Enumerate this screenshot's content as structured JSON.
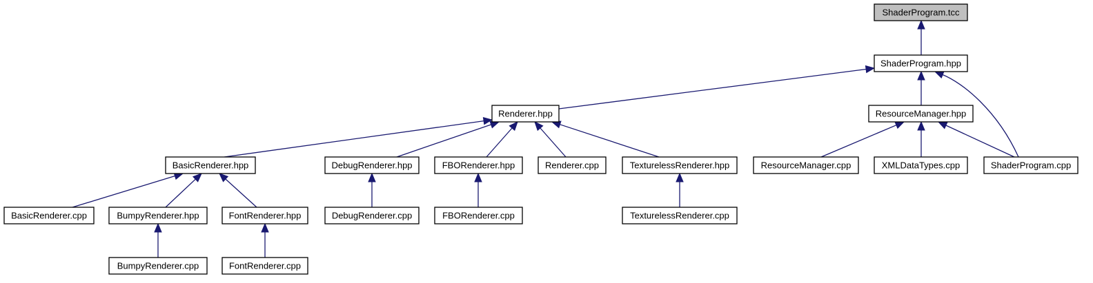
{
  "diagram": {
    "title": "ShaderProgram.tcc include graph",
    "edge_color": "#191970",
    "root_fill": "#bfbfbf",
    "nodes": [
      {
        "id": "shaderprogram-tcc",
        "label": "ShaderProgram.tcc",
        "root": true
      },
      {
        "id": "shaderprogram-hpp",
        "label": "ShaderProgram.hpp"
      },
      {
        "id": "renderer-hpp",
        "label": "Renderer.hpp"
      },
      {
        "id": "resourcemanager-hpp",
        "label": "ResourceManager.hpp"
      },
      {
        "id": "basicrenderer-hpp",
        "label": "BasicRenderer.hpp"
      },
      {
        "id": "debugrenderer-hpp",
        "label": "DebugRenderer.hpp"
      },
      {
        "id": "fborenderer-hpp",
        "label": "FBORenderer.hpp"
      },
      {
        "id": "renderer-cpp",
        "label": "Renderer.cpp"
      },
      {
        "id": "texturelessrenderer-hpp",
        "label": "TexturelessRenderer.hpp"
      },
      {
        "id": "resourcemanager-cpp",
        "label": "ResourceManager.cpp"
      },
      {
        "id": "xmldatatypes-cpp",
        "label": "XMLDataTypes.cpp"
      },
      {
        "id": "shaderprogram-cpp",
        "label": "ShaderProgram.cpp"
      },
      {
        "id": "basicrenderer-cpp",
        "label": "BasicRenderer.cpp"
      },
      {
        "id": "bumpyrenderer-hpp",
        "label": "BumpyRenderer.hpp"
      },
      {
        "id": "fontrenderer-hpp",
        "label": "FontRenderer.hpp"
      },
      {
        "id": "debugrenderer-cpp",
        "label": "DebugRenderer.cpp"
      },
      {
        "id": "fborenderer-cpp",
        "label": "FBORenderer.cpp"
      },
      {
        "id": "texturelessrenderer-cpp",
        "label": "TexturelessRenderer.cpp"
      },
      {
        "id": "bumpyrenderer-cpp",
        "label": "BumpyRenderer.cpp"
      },
      {
        "id": "fontrenderer-cpp",
        "label": "FontRenderer.cpp"
      }
    ],
    "edges": [
      {
        "from": "shaderprogram-hpp",
        "to": "shaderprogram-tcc"
      },
      {
        "from": "renderer-hpp",
        "to": "shaderprogram-hpp"
      },
      {
        "from": "resourcemanager-hpp",
        "to": "shaderprogram-hpp"
      },
      {
        "from": "shaderprogram-cpp",
        "to": "shaderprogram-hpp"
      },
      {
        "from": "basicrenderer-hpp",
        "to": "renderer-hpp"
      },
      {
        "from": "debugrenderer-hpp",
        "to": "renderer-hpp"
      },
      {
        "from": "fborenderer-hpp",
        "to": "renderer-hpp"
      },
      {
        "from": "renderer-cpp",
        "to": "renderer-hpp"
      },
      {
        "from": "texturelessrenderer-hpp",
        "to": "renderer-hpp"
      },
      {
        "from": "resourcemanager-cpp",
        "to": "resourcemanager-hpp"
      },
      {
        "from": "xmldatatypes-cpp",
        "to": "resourcemanager-hpp"
      },
      {
        "from": "shaderprogram-cpp",
        "to": "resourcemanager-hpp"
      },
      {
        "from": "basicrenderer-cpp",
        "to": "basicrenderer-hpp"
      },
      {
        "from": "bumpyrenderer-hpp",
        "to": "basicrenderer-hpp"
      },
      {
        "from": "fontrenderer-hpp",
        "to": "basicrenderer-hpp"
      },
      {
        "from": "debugrenderer-cpp",
        "to": "debugrenderer-hpp"
      },
      {
        "from": "fborenderer-cpp",
        "to": "fborenderer-hpp"
      },
      {
        "from": "texturelessrenderer-cpp",
        "to": "texturelessrenderer-hpp"
      },
      {
        "from": "bumpyrenderer-cpp",
        "to": "bumpyrenderer-hpp"
      },
      {
        "from": "fontrenderer-cpp",
        "to": "fontrenderer-hpp"
      }
    ]
  }
}
